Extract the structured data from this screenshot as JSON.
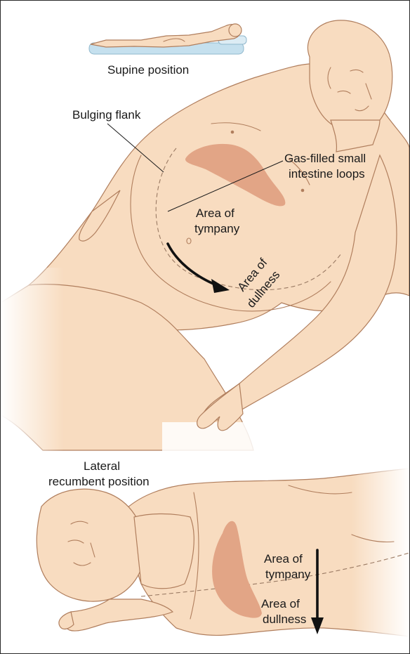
{
  "supine": {
    "title": "Supine position",
    "labels": {
      "bulging_flank": "Bulging flank",
      "gas_line1": "Gas-filled small",
      "gas_line2": "intestine loops",
      "tympany_line1": "Area of",
      "tympany_line2": "tympany",
      "dullness_line1": "Area of",
      "dullness_line2": "dullness"
    }
  },
  "lateral": {
    "title_line1": "Lateral",
    "title_line2": "recumbent position",
    "labels": {
      "tympany_line1": "Area of",
      "tympany_line2": "tympany",
      "dullness_line1": "Area of",
      "dullness_line2": "dullness"
    }
  },
  "colors": {
    "skin": "#f8dcc0",
    "skin_outline": "#b07e5d",
    "gas_region": "#e2a586",
    "mattress": "#c5e0ee",
    "arrow": "#111111"
  }
}
